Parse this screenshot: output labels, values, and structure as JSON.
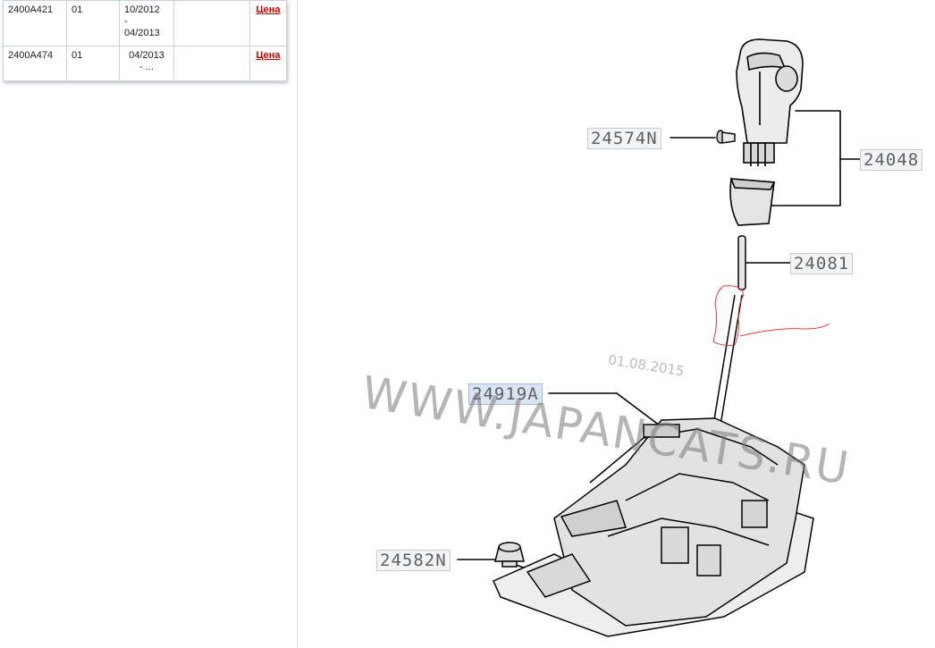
{
  "parts_table": {
    "rows": [
      {
        "number": "2400A421",
        "qty": "01",
        "date_lines": [
          "10/2012",
          "-",
          "04/2013"
        ],
        "note": "",
        "price": "Цена"
      },
      {
        "number": "2400A474",
        "qty": "01",
        "date_lines": [
          "04/2013",
          "- ..."
        ],
        "note": "",
        "price": "Цена"
      }
    ]
  },
  "diagram": {
    "callouts": {
      "knob_screw": "24574N",
      "knob_assy": "24048",
      "rod": "24081",
      "lever_assy": "24919A",
      "nut": "24582N"
    },
    "watermark": "WWW.JAPANCATS.RU",
    "watermark_date": "01.08.2015",
    "colors": {
      "line": "#000000",
      "annotation": "#e53935",
      "callout_text": "#606060"
    }
  }
}
